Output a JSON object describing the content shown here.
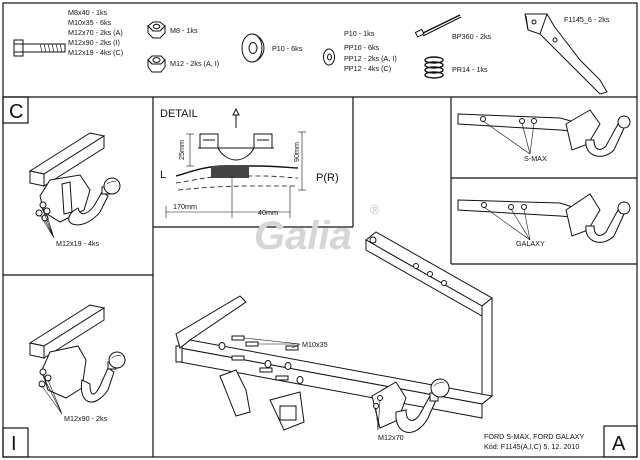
{
  "parts": {
    "bolts": [
      "M8x40 - 1ks",
      "M10x35 - 6ks",
      "M12x70 - 2ks (A)",
      "M12x90 - 2ks (I)",
      "M12x19 - 4ks (C)"
    ],
    "nut_m8": "M8 - 1ks",
    "nut_m12": "M12 - 2ks (A, I)",
    "washer_p10_large": "P10 - 6ks",
    "washers_small": [
      "P10 - 1ks",
      "PP10 - 6ks",
      "PP12 - 2ks (A, I)",
      "PP12 - 4ks (C)"
    ],
    "cable_tie": "BP360 - 2ks",
    "spring": "PR14 - 1ks",
    "bracket": "F1145_6 - 2ks"
  },
  "panels": {
    "c": {
      "letter": "C",
      "callout": "M12x19 - 4ks"
    },
    "i": {
      "letter": "I",
      "callout": "M12x90 - 2ks"
    },
    "a": {
      "letter": "A"
    }
  },
  "detail": {
    "title": "DETAIL",
    "dim_25": "25mm",
    "dim_90": "90mm",
    "dim_170": "170mm",
    "dim_40": "40mm",
    "label_l": "L",
    "label_p": "P(R)"
  },
  "vehicles": [
    "S-MAX",
    "GALAXY"
  ],
  "assembly": {
    "callout_m10": "M10x35",
    "callout_m12": "M12x70"
  },
  "logo": {
    "text": "Galia",
    "mark": "®"
  },
  "titleblock": {
    "line1": "FORD S-MAX, FORD GALAXY",
    "line2": "Kód: F1145(A,I,C)   5. 12. 2010"
  }
}
